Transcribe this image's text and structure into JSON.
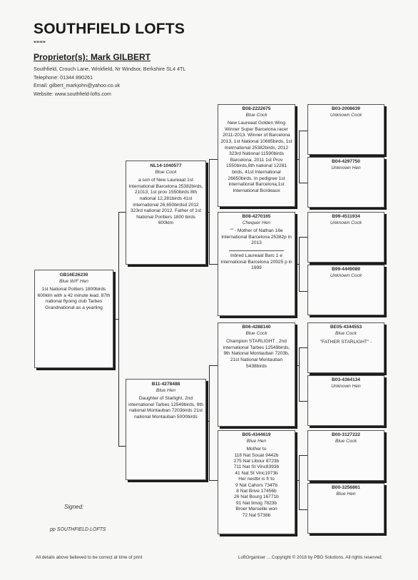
{
  "header": {
    "title": "SOUTHFIELD LOFTS",
    "marks": "\"\"\"\"",
    "proprietor": "Proprietor(s): Mark GILBERT",
    "address": "Southfield, Crouch Lane, Winkfield, Nr Windsor, Berkshire SL4 4TL",
    "telephone": "Telephone: 01344 890261",
    "email": "Email: gilbert_markjohn@yahoo.co.uk",
    "website": "Website: www.southfield-lofts.com"
  },
  "subject": {
    "ring": "GB16E26230",
    "color": "Blue W/F Hen",
    "notes": "1st National Poitiers 1800birds 600klm with a 42 minute lead. 87th national flyoing club Tarbes Grandnational as a yearling"
  },
  "parents": {
    "sire": {
      "ring": "NL14-1040577",
      "color": "Blue Cock",
      "notes": "a son of New Laureaat 1st International Barcelona 25382birds, 21013, 1st prov 1550birds 8th national  12,281birds 41st international 26,650birdsd 2012 323rd national 2012. Father of 1st National Poritiers 1800 birds 600klm"
    },
    "dam": {
      "ring": "B11-4278488",
      "color": "Blue Hen",
      "notes": "Daughter of Starlight, 2nd international Tarbes 12549birds, 9th national Montauban 7203birds 21st national Montauban 5000birds"
    }
  },
  "grandparents": {
    "ss": {
      "ring": "B08-2222675",
      "color": "Blue Cock",
      "notes": "New Laureaat Golden Wing Winner Super Barcelona racer 2011-2013. Winner of Barcelona 2013, 1st National 10685birds, 1st Inetrnational 25382birds, 2012  323rd National 11590birds Barcelona, 2011 1st Prov 1550birds,8th national 12281 birds, 41st International 26650birds. In pedigree 1st international Barcelona,1st International Bordeaux"
    },
    "sd": {
      "ring": "B08-4270165",
      "color": "Chequer Hen",
      "notes": "\"\" - Mother of Nathan 16e International Barcelona 25382p in 2013",
      "notes2": "Inbred Laureaat Barc 1 e International Barcelona 20925 p in 1999"
    },
    "ds": {
      "ring": "B06-4288140",
      "color": "Blue Cock",
      "notes": "Champion STARLIGHT , 2nd international Tarbes 12549birds, 9th National Montauban 7203b, 21st National Montauban 5438birds"
    },
    "dd": {
      "ring": "B05-4344619",
      "color": "Blue Hen",
      "notes": "Mother to\n118 Nat Souat 9442b\n275 Nat Libour 8723b\n711 Nat St Vinc8393b\n41  Nat St Vinc1973b\nHer nestbr is fr to\n9  Nat Cahors 7347b\n8  Nat Brive 17456b\n26 Nat Bourg 16771b\n91 Nat limog 7823b\nBroer Marseille won\n72  Nat 5738b"
    }
  },
  "great_grandparents": [
    {
      "ring": "B03-2008639",
      "color": "Unknown Cock",
      "notes": ""
    },
    {
      "ring": "B04-4297750",
      "color": "Unknown Hen",
      "notes": ""
    },
    {
      "ring": "B99-4511934",
      "color": "Unknown Cock",
      "notes": ""
    },
    {
      "ring": "B99-4449089",
      "color": "Unknown Cock",
      "notes": ""
    },
    {
      "ring": "BE05-4344553",
      "color": "Blue Cock",
      "notes": "\"FATHER STARLIGHT\" -"
    },
    {
      "ring": "B03-4364134",
      "color": "Unknown Hen",
      "notes": ""
    },
    {
      "ring": "B00-3127222",
      "color": "Blue Cock",
      "notes": ""
    },
    {
      "ring": "B00-3256861",
      "color": "Blue Hen",
      "notes": ""
    }
  ],
  "signature": {
    "signed": "Signed:",
    "pp": "pp SOUTHFIELD LOFTS"
  },
  "footer": {
    "disclaimer": "All details above believed to be correct at time of print",
    "copyright": "LoftOrganiser ... Copyright © 2018 by PBO Solutions. All rights reserved."
  }
}
